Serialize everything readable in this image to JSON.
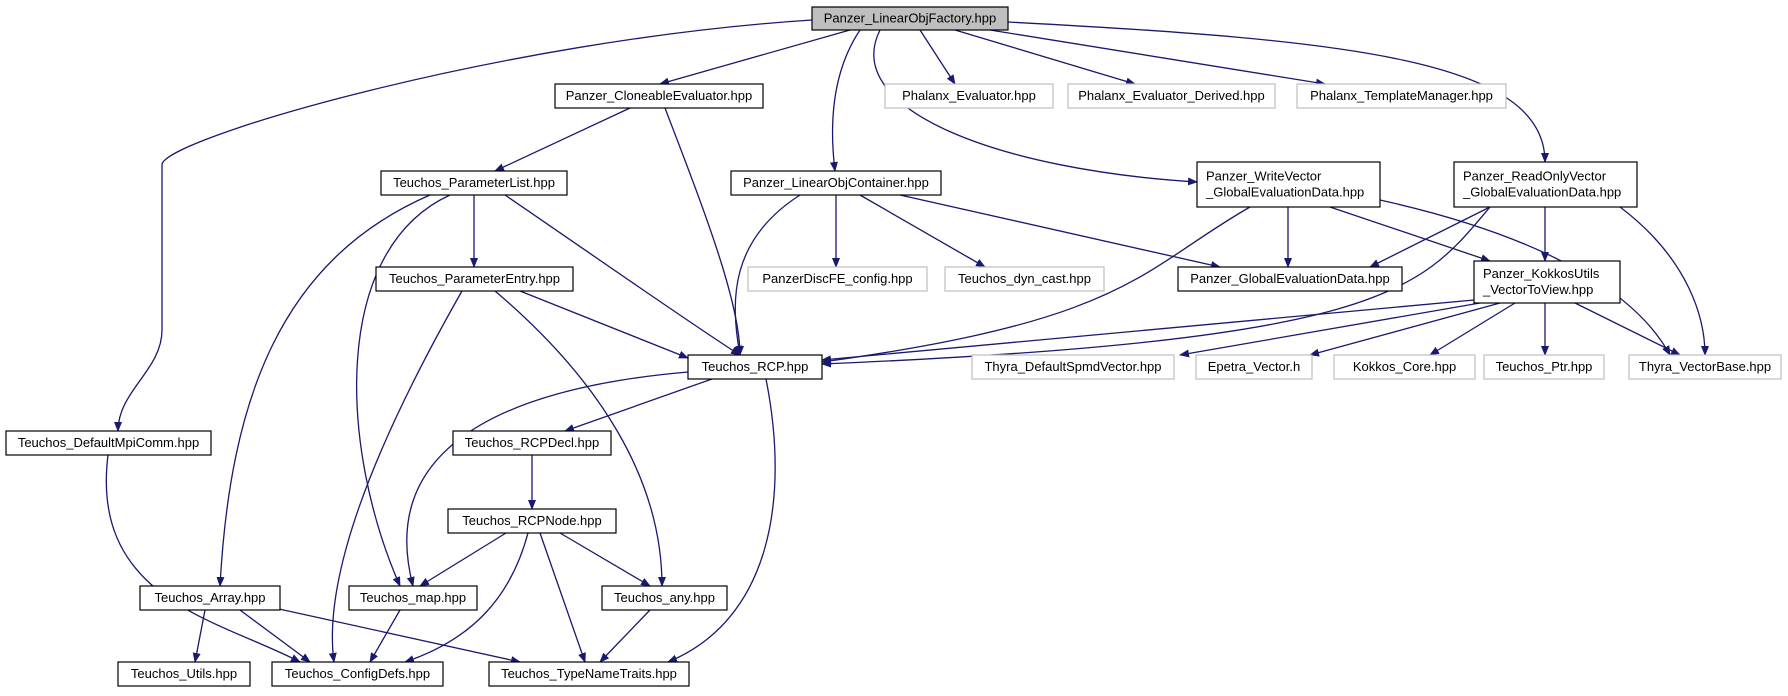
{
  "colors": {
    "edge": "#191970",
    "root_fill": "#bfbfbf",
    "node_border": "#000000",
    "external_border": "#bfbfbf",
    "background": "#ffffff"
  },
  "graph": {
    "nodes": [
      {
        "id": "root",
        "lines": [
          "Panzer_LinearObjFactory.hpp"
        ],
        "style": "root"
      },
      {
        "id": "cloneable",
        "lines": [
          "Panzer_CloneableEvaluator.hpp"
        ],
        "style": "normal"
      },
      {
        "id": "ph_eval",
        "lines": [
          "Phalanx_Evaluator.hpp"
        ],
        "style": "external"
      },
      {
        "id": "ph_eval_derived",
        "lines": [
          "Phalanx_Evaluator_Derived.hpp"
        ],
        "style": "external"
      },
      {
        "id": "ph_tm",
        "lines": [
          "Phalanx_TemplateManager.hpp"
        ],
        "style": "external"
      },
      {
        "id": "param_list",
        "lines": [
          "Teuchos_ParameterList.hpp"
        ],
        "style": "normal"
      },
      {
        "id": "loc",
        "lines": [
          "Panzer_LinearObjContainer.hpp"
        ],
        "style": "normal"
      },
      {
        "id": "write_vec",
        "lines": [
          "Panzer_WriteVector",
          "_GlobalEvaluationData.hpp"
        ],
        "style": "normal"
      },
      {
        "id": "ro_vec",
        "lines": [
          "Panzer_ReadOnlyVector",
          "_GlobalEvaluationData.hpp"
        ],
        "style": "normal"
      },
      {
        "id": "param_entry",
        "lines": [
          "Teuchos_ParameterEntry.hpp"
        ],
        "style": "normal"
      },
      {
        "id": "pdfe",
        "lines": [
          "PanzerDiscFE_config.hpp"
        ],
        "style": "external"
      },
      {
        "id": "dyn_cast",
        "lines": [
          "Teuchos_dyn_cast.hpp"
        ],
        "style": "external"
      },
      {
        "id": "ged",
        "lines": [
          "Panzer_GlobalEvaluationData.hpp"
        ],
        "style": "normal"
      },
      {
        "id": "kokkos_utils",
        "lines": [
          "Panzer_KokkosUtils",
          "_VectorToView.hpp"
        ],
        "style": "normal"
      },
      {
        "id": "rcp",
        "lines": [
          "Teuchos_RCP.hpp"
        ],
        "style": "normal"
      },
      {
        "id": "thyra_spmd",
        "lines": [
          "Thyra_DefaultSpmdVector.hpp"
        ],
        "style": "external"
      },
      {
        "id": "epetra_vec",
        "lines": [
          "Epetra_Vector.h"
        ],
        "style": "external"
      },
      {
        "id": "kokkos_core",
        "lines": [
          "Kokkos_Core.hpp"
        ],
        "style": "external"
      },
      {
        "id": "teuchos_ptr",
        "lines": [
          "Teuchos_Ptr.hpp"
        ],
        "style": "external"
      },
      {
        "id": "thyra_vb",
        "lines": [
          "Thyra_VectorBase.hpp"
        ],
        "style": "external"
      },
      {
        "id": "mpi_comm",
        "lines": [
          "Teuchos_DefaultMpiComm.hpp"
        ],
        "style": "normal"
      },
      {
        "id": "rcp_decl",
        "lines": [
          "Teuchos_RCPDecl.hpp"
        ],
        "style": "normal"
      },
      {
        "id": "rcp_node",
        "lines": [
          "Teuchos_RCPNode.hpp"
        ],
        "style": "normal"
      },
      {
        "id": "array",
        "lines": [
          "Teuchos_Array.hpp"
        ],
        "style": "normal"
      },
      {
        "id": "map",
        "lines": [
          "Teuchos_map.hpp"
        ],
        "style": "normal"
      },
      {
        "id": "any",
        "lines": [
          "Teuchos_any.hpp"
        ],
        "style": "normal"
      },
      {
        "id": "utils",
        "lines": [
          "Teuchos_Utils.hpp"
        ],
        "style": "normal"
      },
      {
        "id": "config_defs",
        "lines": [
          "Teuchos_ConfigDefs.hpp"
        ],
        "style": "normal"
      },
      {
        "id": "type_name",
        "lines": [
          "Teuchos_TypeNameTraits.hpp"
        ],
        "style": "normal"
      }
    ],
    "edges": [
      [
        "root",
        "cloneable"
      ],
      [
        "root",
        "ph_eval"
      ],
      [
        "root",
        "ph_eval_derived"
      ],
      [
        "root",
        "ph_tm"
      ],
      [
        "root",
        "loc"
      ],
      [
        "root",
        "write_vec"
      ],
      [
        "root",
        "ro_vec"
      ],
      [
        "root",
        "mpi_comm"
      ],
      [
        "cloneable",
        "param_list"
      ],
      [
        "cloneable",
        "rcp"
      ],
      [
        "param_list",
        "param_entry"
      ],
      [
        "param_list",
        "rcp"
      ],
      [
        "param_list",
        "map"
      ],
      [
        "param_list",
        "array"
      ],
      [
        "param_entry",
        "rcp"
      ],
      [
        "param_entry",
        "config_defs"
      ],
      [
        "param_entry",
        "any"
      ],
      [
        "loc",
        "rcp"
      ],
      [
        "loc",
        "pdfe"
      ],
      [
        "loc",
        "dyn_cast"
      ],
      [
        "loc",
        "ged"
      ],
      [
        "write_vec",
        "ged"
      ],
      [
        "write_vec",
        "kokkos_utils"
      ],
      [
        "write_vec",
        "rcp"
      ],
      [
        "write_vec",
        "thyra_vb"
      ],
      [
        "ro_vec",
        "ged"
      ],
      [
        "ro_vec",
        "kokkos_utils"
      ],
      [
        "ro_vec",
        "rcp"
      ],
      [
        "ro_vec",
        "thyra_vb"
      ],
      [
        "kokkos_utils",
        "rcp"
      ],
      [
        "kokkos_utils",
        "thyra_spmd"
      ],
      [
        "kokkos_utils",
        "epetra_vec"
      ],
      [
        "kokkos_utils",
        "kokkos_core"
      ],
      [
        "kokkos_utils",
        "teuchos_ptr"
      ],
      [
        "kokkos_utils",
        "thyra_vb"
      ],
      [
        "rcp",
        "rcp_decl"
      ],
      [
        "rcp",
        "map"
      ],
      [
        "rcp",
        "type_name"
      ],
      [
        "rcp_decl",
        "rcp_node"
      ],
      [
        "rcp_node",
        "map"
      ],
      [
        "rcp_node",
        "any"
      ],
      [
        "rcp_node",
        "config_defs"
      ],
      [
        "rcp_node",
        "type_name"
      ],
      [
        "map",
        "config_defs"
      ],
      [
        "any",
        "type_name"
      ],
      [
        "array",
        "utils"
      ],
      [
        "array",
        "config_defs"
      ],
      [
        "array",
        "type_name"
      ],
      [
        "mpi_comm",
        "config_defs"
      ]
    ]
  }
}
